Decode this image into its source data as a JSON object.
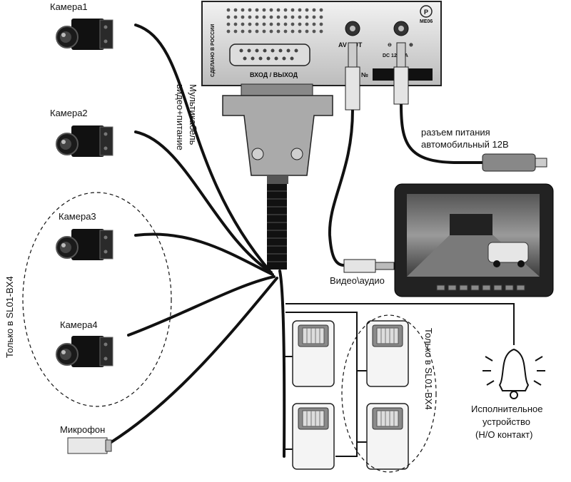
{
  "cameras": [
    {
      "label": "Камера1"
    },
    {
      "label": "Камера2"
    },
    {
      "label": "Камера3"
    },
    {
      "label": "Камера4"
    }
  ],
  "microphone": {
    "label": "Микрофон"
  },
  "multicable": {
    "line1": "Мультикабель",
    "line2": "видео+питание"
  },
  "only_sl01_left": "Только в SL01-BX4",
  "only_sl01_right": "Только в SL01-BX4",
  "device": {
    "made_in": "СДЕЛАНО В РОССИИ",
    "connector": "ВХОД / ВЫХОД",
    "av_out": "AV OUT",
    "dc_label": "DC 12В 1А",
    "serial": "№",
    "cert_mark": "МЕ06",
    "polarity_minus": "⊖",
    "polarity_plus": "⊕"
  },
  "power": {
    "line1": "разъем питания",
    "line2": "автомобильный 12В"
  },
  "monitor": {
    "input_label": "Видео\\аудио"
  },
  "actuator": {
    "line1": "Исполнительное",
    "line2": "устройство",
    "line3": "(Н/О контакт)"
  }
}
